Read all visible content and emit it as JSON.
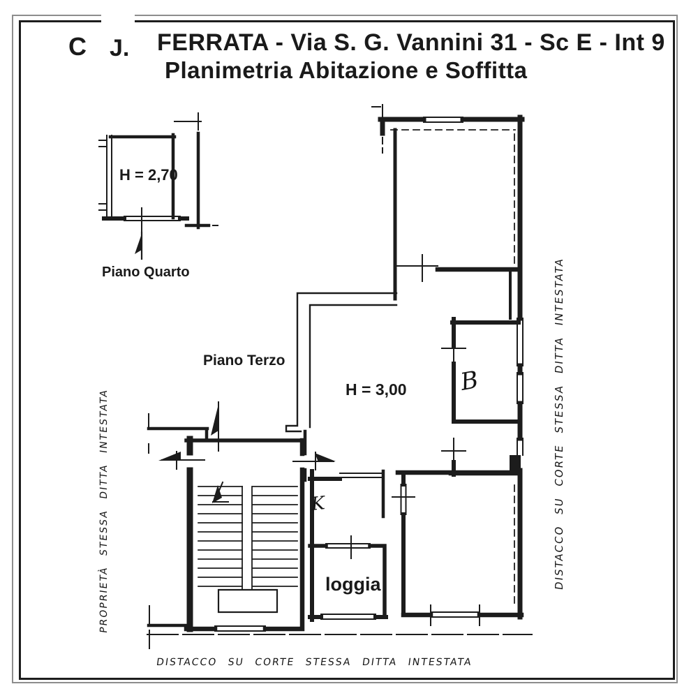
{
  "page": {
    "background": "#ffffff",
    "ink_color": "#1c1c1c",
    "frame_outer_color": "#8d8d8d",
    "frame_inner_color": "#1d1d1d"
  },
  "header": {
    "fragment1": "C",
    "fragment2": "J.",
    "line1": "FERRATA - Via S. G. Vannini 31 - Sc E - Int 9",
    "line2": "Planimetria Abitazione e Soffitta"
  },
  "upper_plan": {
    "height_label": "H = 2,70",
    "floor_label": "Piano Quarto"
  },
  "main_plan": {
    "floor_label": "Piano Terzo",
    "height_label": "H = 3,00",
    "room_b_label": "B",
    "room_k_label": "K",
    "loggia_label": "loggia"
  },
  "annotations": {
    "left_vertical": "PROPRIETÀ STESSA DITTA INTESTATA",
    "right_vertical": "DISTACCO SU CORTE STESSA DITTA INTESTATA",
    "bottom": "DISTACCO SU CORTE STESSA DITTA INTESTATA"
  }
}
